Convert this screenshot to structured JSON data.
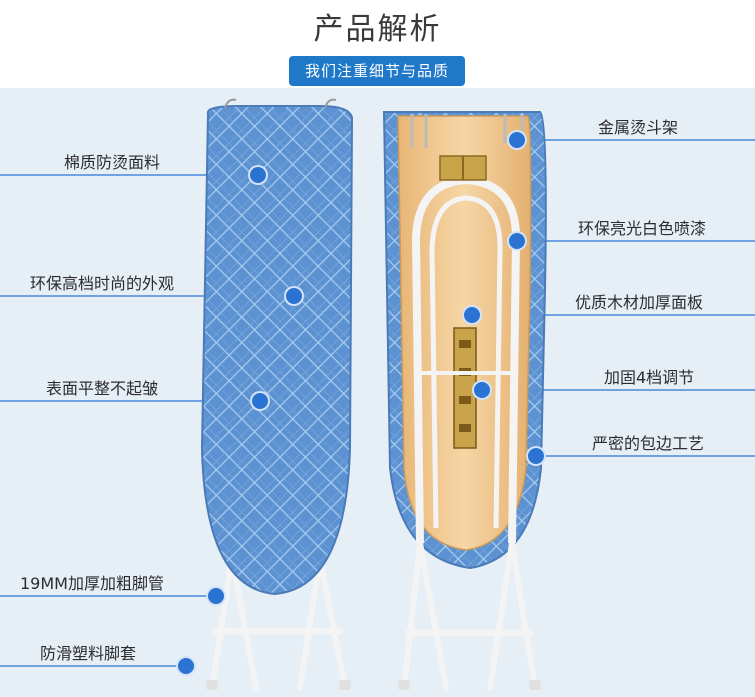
{
  "header": {
    "title": "产品解析",
    "subtitle": "我们注重细节与品质"
  },
  "callouts": {
    "left": [
      "棉质防烫面料",
      "环保高档时尚的外观",
      "表面平整不起皱",
      "19MM加厚加粗脚管",
      "防滑塑料脚套"
    ],
    "right": [
      "金属烫斗架",
      "环保亮光白色喷漆",
      "优质木材加厚面板",
      "加固4档调节",
      "严密的包边工艺"
    ]
  },
  "colors": {
    "accent": "#1f79c8",
    "dot": "#2a73d2",
    "board_fabric": "#5b8fcf",
    "wood": "#f0c98f"
  }
}
